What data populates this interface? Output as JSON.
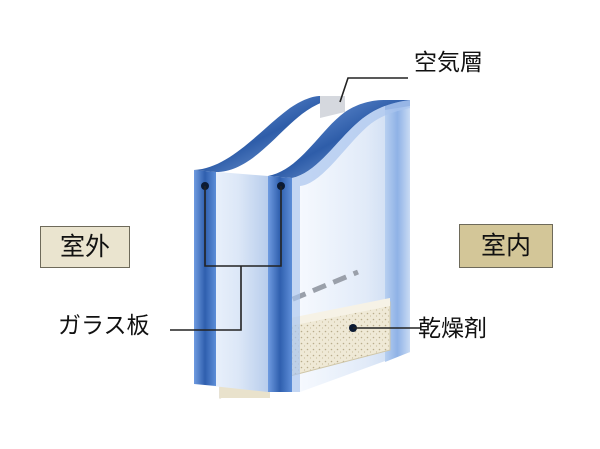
{
  "labels": {
    "air_layer": "空気層",
    "glass_pane": "ガラス板",
    "desiccant": "乾燥剤",
    "outdoor": "室外",
    "indoor": "室内"
  },
  "colors": {
    "glass_edge_dark": "#2f5fae",
    "glass_edge_light": "#9ec0ea",
    "glass_face": "#c8d8f0",
    "desiccant_fill": "#eee8d6",
    "outdoor_tag": "#eae4cf",
    "indoor_tag": "#d3c698",
    "leader_line": "#222222"
  }
}
